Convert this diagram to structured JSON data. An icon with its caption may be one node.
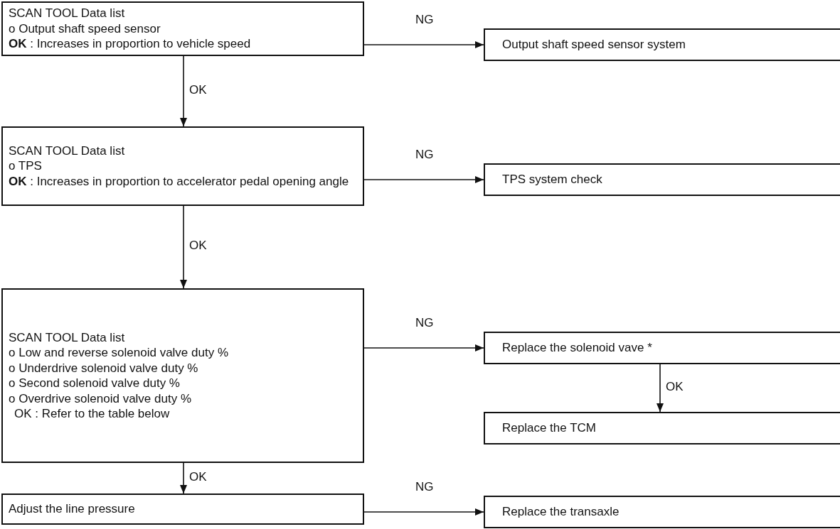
{
  "diagram": {
    "nodes": [
      {
        "text": [
          "SCAN TOOL Data list",
          "o Output shaft speed sensor",
          "**OK** : Increases in proportion to vehicle speed"
        ]
      },
      {
        "text": [
          "Output shaft speed sensor system"
        ]
      },
      {
        "text": [
          "SCAN TOOL Data list",
          "o TPS",
          "**OK** : Increases in proportion to accelerator pedal opening angle"
        ]
      },
      {
        "text": [
          "TPS system check"
        ]
      },
      {
        "text": [
          "SCAN TOOL Data list",
          "o Low and reverse solenoid valve duty %",
          "o Underdrive solenoid valve duty %",
          "o Second solenoid valve duty %",
          "o Overdrive solenoid valve duty %",
          "OK : Refer to the table below"
        ]
      },
      {
        "text": [
          "Replace the solenoid vave *"
        ]
      },
      {
        "text": [
          "Replace the TCM"
        ]
      },
      {
        "text": [
          "Adjust the line pressure"
        ]
      },
      {
        "text": [
          "Replace the transaxle"
        ]
      }
    ],
    "edges": [
      {
        "from": 0,
        "to": 1,
        "arrow": "to",
        "label": "NG"
      },
      {
        "from": 0,
        "to": 2,
        "arrow": "to",
        "label": "OK"
      },
      {
        "from": 2,
        "to": 3,
        "arrow": "to",
        "label": "NG"
      },
      {
        "from": 2,
        "to": 4,
        "arrow": "to",
        "label": "OK"
      },
      {
        "from": 4,
        "to": 5,
        "arrow": "to",
        "label": "NG"
      },
      {
        "from": 5,
        "to": 6,
        "arrow": "to",
        "label": "OK"
      },
      {
        "from": 4,
        "to": 7,
        "arrow": "to",
        "label": "OK"
      },
      {
        "from": 7,
        "to": 8,
        "arrow": "to",
        "label": "NG"
      }
    ]
  }
}
